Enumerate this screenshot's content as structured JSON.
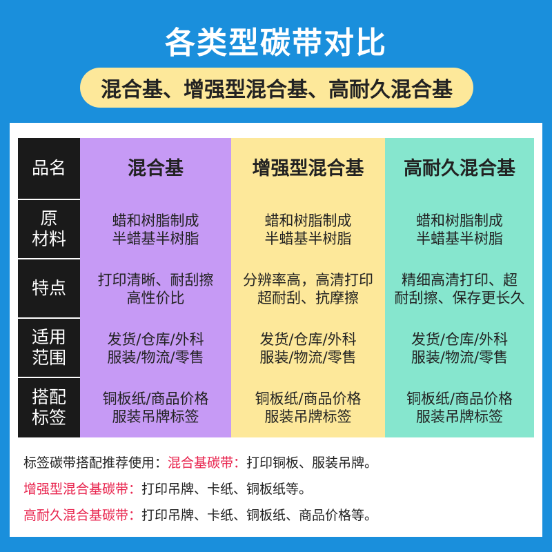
{
  "title": "各类型碳带对比",
  "subtitle": "混合基、增强型混合基、高耐久混合基",
  "table": {
    "corner": "品名",
    "columns": [
      "混合基",
      "增强型混合基",
      "高耐久混合基"
    ],
    "rows": [
      {
        "label": [
          "原",
          "材料"
        ],
        "cells": [
          [
            "蜡和树脂制成",
            "半蜡基半树脂"
          ],
          [
            "蜡和树脂制成",
            "半蜡基半树脂"
          ],
          [
            "蜡和树脂制成",
            "半蜡基半树脂"
          ]
        ]
      },
      {
        "label": [
          "特点"
        ],
        "cells": [
          [
            "打印清晰、耐刮擦",
            "高性价比"
          ],
          [
            "分辨率高，高清打印",
            "超耐刮、抗摩擦"
          ],
          [
            "精细高清打印、超",
            "耐刮擦、保存更长久"
          ]
        ]
      },
      {
        "label": [
          "适用",
          "范围"
        ],
        "cells": [
          [
            "发货/仓库/外科",
            "服装/物流/零售"
          ],
          [
            "发货/仓库/外科",
            "服装/物流/零售"
          ],
          [
            "发货/仓库/外科",
            "服装/物流/零售"
          ]
        ]
      },
      {
        "label": [
          "搭配",
          "标签"
        ],
        "cells": [
          [
            "铜板纸/商品价格",
            "服装吊牌标签"
          ],
          [
            "铜板纸/商品价格",
            "服装吊牌标签"
          ],
          [
            "铜板纸/商品价格",
            "服装吊牌标签"
          ]
        ]
      }
    ]
  },
  "notes": {
    "line1_prefix": "标签碳带搭配推荐使用：",
    "line1_highlight": "混合基碳带：",
    "line1_rest": "打印铜板、服装吊牌。",
    "line2_highlight": "增强型混合基碳带：",
    "line2_rest": "打印吊牌、卡纸、铜板纸等。",
    "line3_highlight": "高耐久混合基碳带：",
    "line3_rest": "打印吊牌、卡纸、铜板纸、商品价格等。"
  },
  "colors": {
    "background": "#1a8fdc",
    "subtitle_bg": "#fde89a",
    "col1": "#c69af5",
    "col2": "#fde89a",
    "col3": "#86e6ce",
    "row_header": "#1a1a1a",
    "highlight": "#e8224c"
  }
}
